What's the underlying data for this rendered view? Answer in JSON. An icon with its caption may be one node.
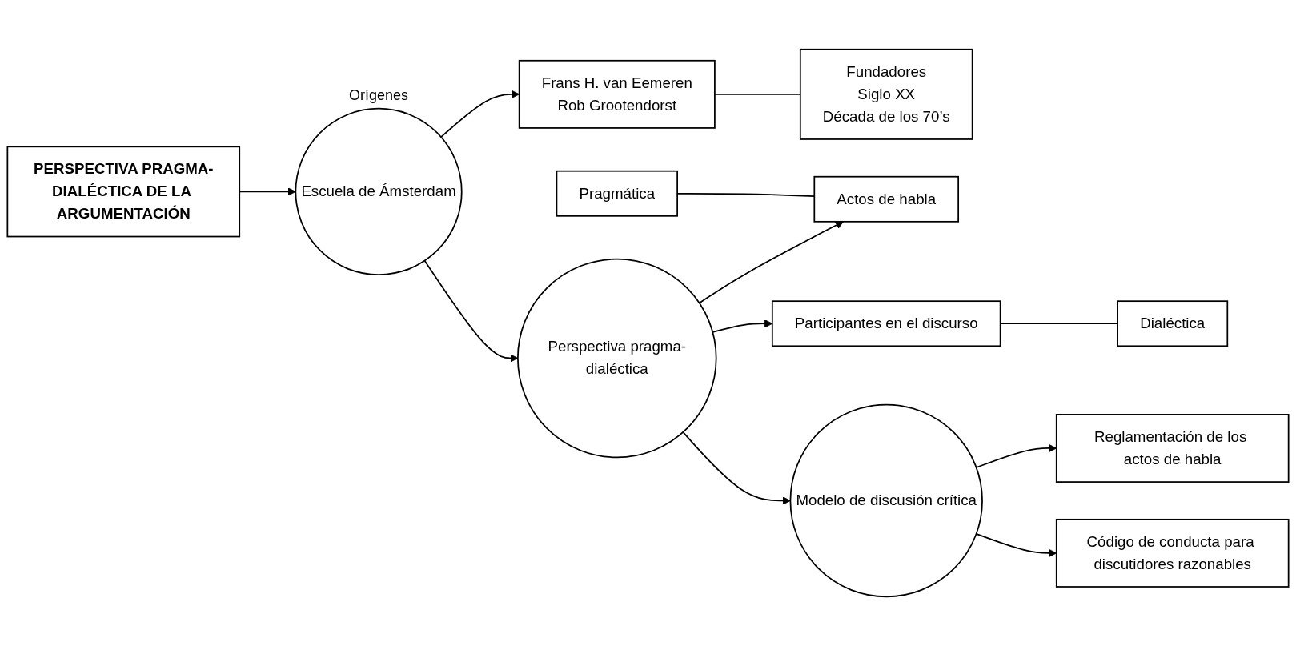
{
  "diagram": {
    "nodes": [
      {
        "text": [
          "PERSPECTIVA PRAGMA-DIALÉCTICA DE LA ARGUMENTACIÓN"
        ]
      },
      {
        "text": [
          "Escuela de Ámsterdam"
        ],
        "beside": [
          "Orígenes"
        ]
      },
      {
        "text": [
          "Frans H. van Eemeren",
          "Rob Grootendorst"
        ]
      },
      {
        "text": [
          "Fundadores",
          "Siglo XX",
          "Década de los 70’s"
        ]
      },
      {
        "text": [
          "Perspectiva pragma-dialéctica"
        ]
      },
      {
        "text": [
          "Actos de habla"
        ]
      },
      {
        "text": [
          "Pragmática"
        ]
      },
      {
        "text": [
          "Participantes en el discurso"
        ]
      },
      {
        "text": [
          "Dialéctica"
        ]
      },
      {
        "text": [
          "Modelo de discusión crítica"
        ]
      },
      {
        "text": [
          "Reglamentación de los actos de habla"
        ]
      },
      {
        "text": [
          "Código de conducta para discutidores razonables"
        ]
      }
    ],
    "edges": [
      {
        "from": 0,
        "to": 1,
        "arrow": "to"
      },
      {
        "from": 1,
        "to": 2,
        "arrow": "to"
      },
      {
        "from": 2,
        "to": 3,
        "arrow": "none"
      },
      {
        "from": 1,
        "to": 4,
        "arrow": "to"
      },
      {
        "from": 4,
        "to": 5,
        "arrow": "to"
      },
      {
        "from": 6,
        "to": 5,
        "arrow": "none"
      },
      {
        "from": 4,
        "to": 7,
        "arrow": "to"
      },
      {
        "from": 7,
        "to": 8,
        "arrow": "none"
      },
      {
        "from": 4,
        "to": 9,
        "arrow": "to"
      },
      {
        "from": 9,
        "to": 10,
        "arrow": "to"
      },
      {
        "from": 9,
        "to": 11,
        "arrow": "to"
      }
    ]
  }
}
